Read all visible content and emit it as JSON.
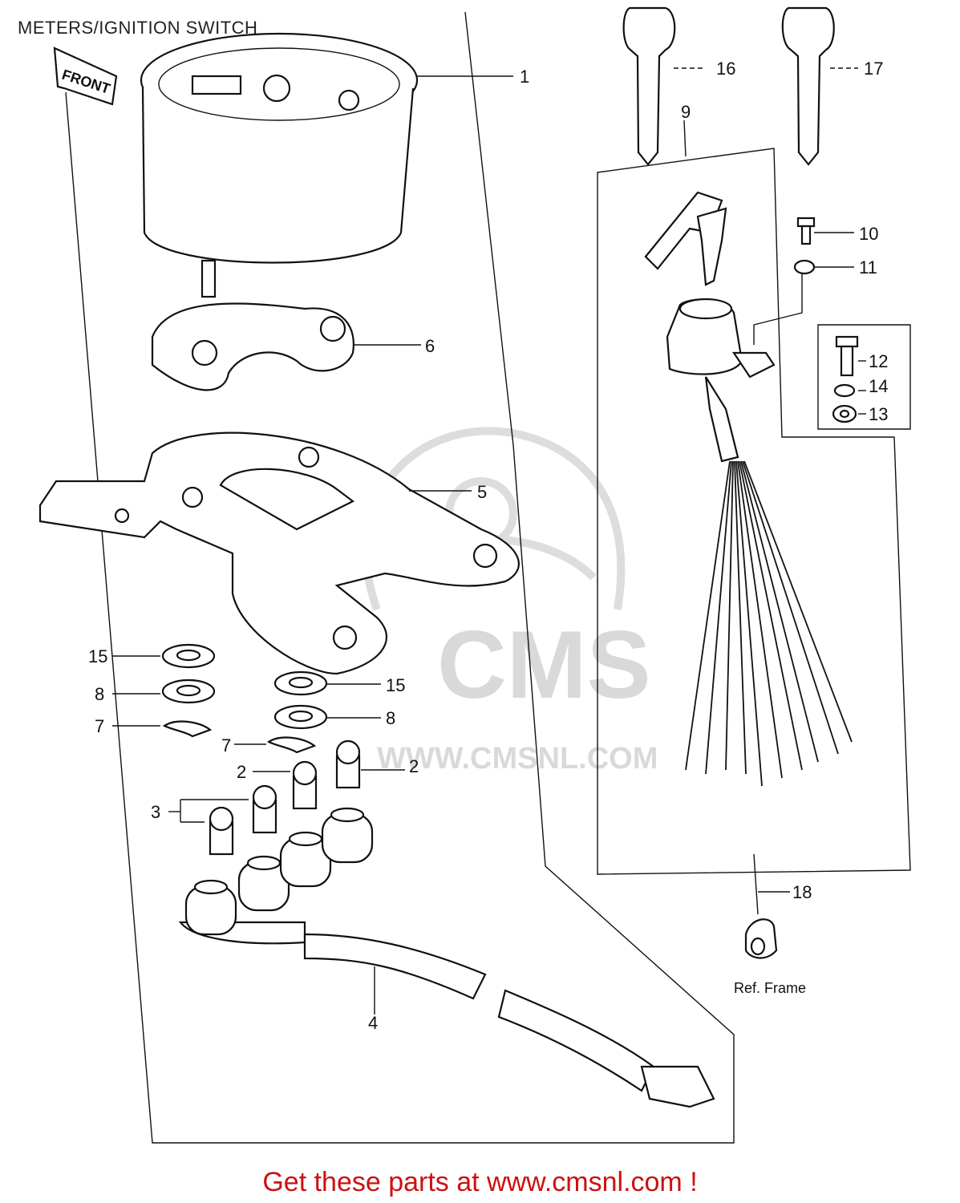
{
  "page": {
    "title": "METERS/IGNITION SWITCH"
  },
  "watermark": {
    "brand": "CMS",
    "site": "WWW.CMSNL.COM",
    "color": "#d9d9d9"
  },
  "callouts": {
    "c1": "1",
    "c2a": "2",
    "c2b": "2",
    "c3": "3",
    "c4": "4",
    "c5": "5",
    "c6": "6",
    "c7a": "7",
    "c7b": "7",
    "c8a": "8",
    "c8b": "8",
    "c9": "9",
    "c10": "10",
    "c11": "11",
    "c12": "12",
    "c13": "13",
    "c14": "14",
    "c15a": "15",
    "c15b": "15",
    "c16": "16",
    "c17": "17",
    "c18": "18"
  },
  "front_arrow": {
    "label": "FRONT"
  },
  "ref_frame": {
    "label": "Ref. Frame"
  },
  "footer": {
    "text": "Get these parts at www.cmsnl.com !",
    "color": "#cc1111"
  }
}
